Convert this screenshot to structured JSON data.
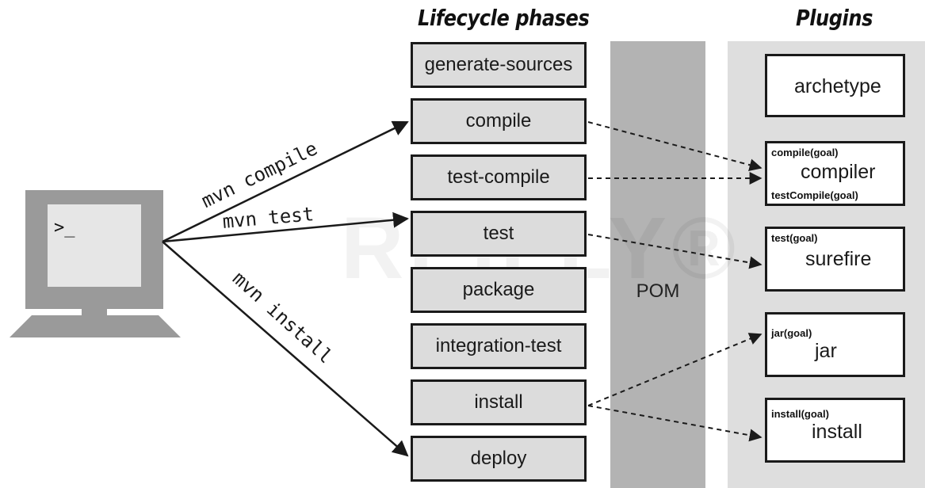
{
  "headers": {
    "phases": "Lifecycle phases",
    "plugins": "Plugins"
  },
  "pom_label": "POM",
  "terminal_prompt": ">_",
  "watermark": "REILLY®",
  "commands": [
    "mvn compile",
    "mvn test",
    "mvn install"
  ],
  "phases": [
    "generate-sources",
    "compile",
    "test-compile",
    "test",
    "package",
    "integration-test",
    "install",
    "deploy"
  ],
  "plugins": [
    {
      "name": "archetype",
      "goals": []
    },
    {
      "name": "compiler",
      "goals": [
        "compile(goal)",
        "testCompile(goal)"
      ]
    },
    {
      "name": "surefire",
      "goals": [
        "test(goal)"
      ]
    },
    {
      "name": "jar",
      "goals": [
        "jar(goal)"
      ]
    },
    {
      "name": "install",
      "goals": [
        "install(goal)"
      ]
    }
  ]
}
